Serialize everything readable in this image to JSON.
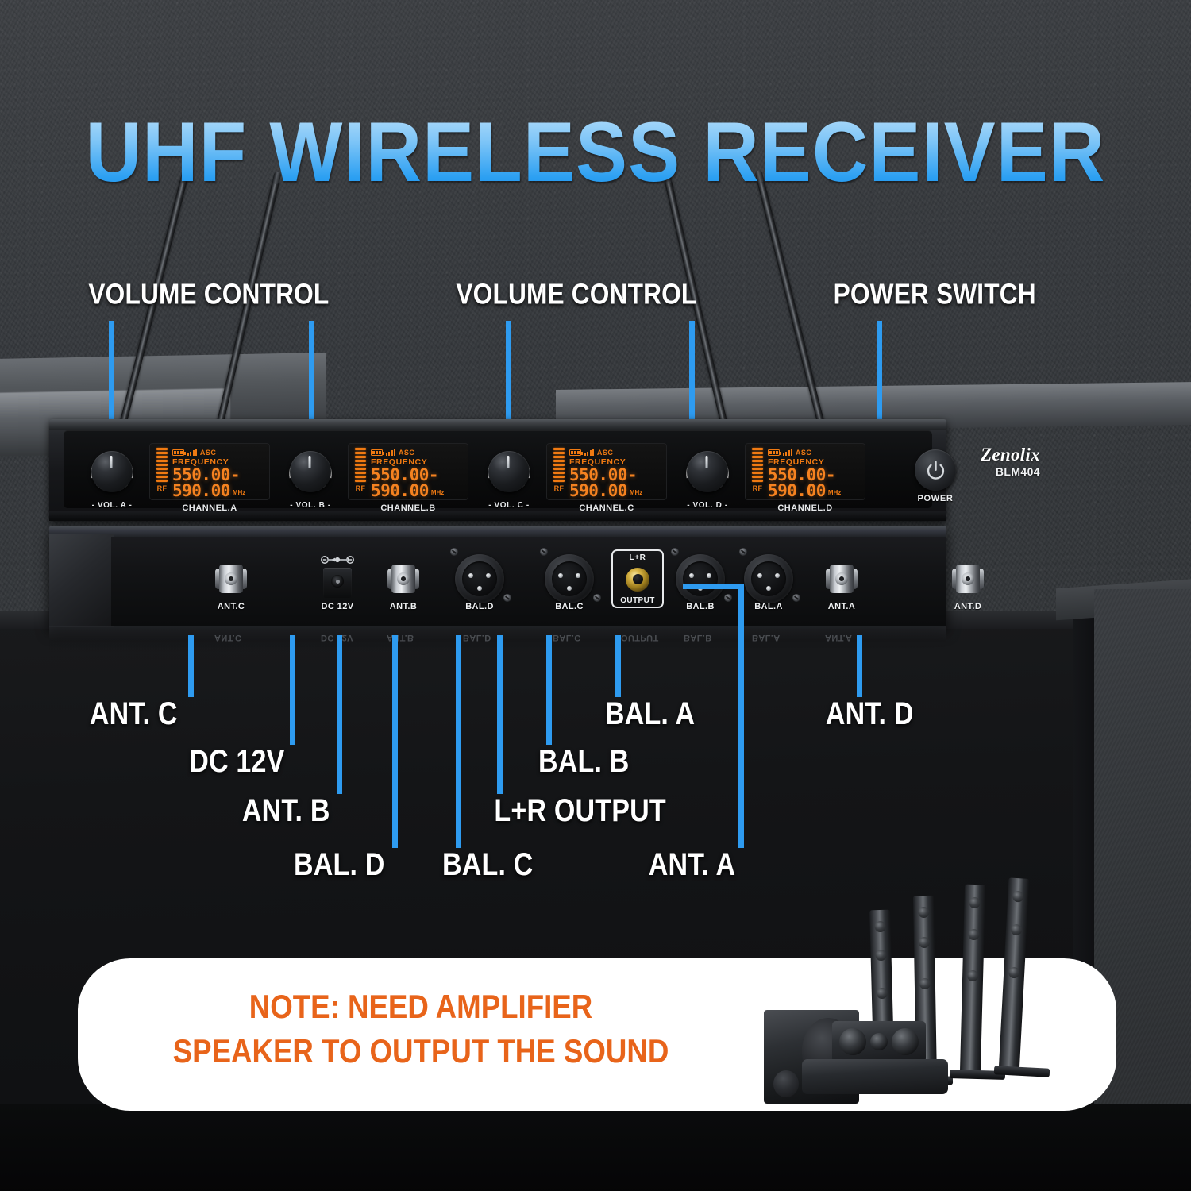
{
  "title": "UHF WIRELESS RECEIVER",
  "brand": {
    "name": "Zenolix",
    "model": "BLM404"
  },
  "colors": {
    "accent_blue": "#2e9bf0",
    "title_blue": "#2b9ff2",
    "display_orange": "#f58220",
    "note_orange": "#e8641a",
    "label_white": "#ffffff"
  },
  "top_callouts": [
    {
      "label": "VOLUME CONTROL"
    },
    {
      "label": "VOLUME CONTROL"
    },
    {
      "label": "POWER SWITCH"
    }
  ],
  "front_panel": {
    "channels": [
      {
        "knob_label": "- VOL. A -",
        "channel_label": "CHANNEL.A",
        "display": {
          "asc": "ASC",
          "frequency_label": "FREQUENCY",
          "freq_line1": "550.00-",
          "freq_line2": "590.00",
          "unit": "MHz",
          "rf_label": "RF"
        }
      },
      {
        "knob_label": "- VOL. B -",
        "channel_label": "CHANNEL.B",
        "display": {
          "asc": "ASC",
          "frequency_label": "FREQUENCY",
          "freq_line1": "550.00-",
          "freq_line2": "590.00",
          "unit": "MHz",
          "rf_label": "RF"
        }
      },
      {
        "knob_label": "- VOL. C -",
        "channel_label": "CHANNEL.C",
        "display": {
          "asc": "ASC",
          "frequency_label": "FREQUENCY",
          "freq_line1": "550.00-",
          "freq_line2": "590.00",
          "unit": "MHz",
          "rf_label": "RF"
        }
      },
      {
        "knob_label": "- VOL. D -",
        "channel_label": "CHANNEL.D",
        "display": {
          "asc": "ASC",
          "frequency_label": "FREQUENCY",
          "freq_line1": "550.00-",
          "freq_line2": "590.00",
          "unit": "MHz",
          "rf_label": "RF"
        }
      }
    ],
    "power_label": "POWER"
  },
  "rear_panel": {
    "jacks": [
      {
        "label": "ANT.C",
        "type": "bnc"
      },
      {
        "label": "DC 12V",
        "type": "dc"
      },
      {
        "label": "ANT.B",
        "type": "bnc"
      },
      {
        "label": "BAL.D",
        "type": "xlr"
      },
      {
        "label": "BAL.C",
        "type": "xlr"
      },
      {
        "label": "L+R",
        "sub_label": "OUTPUT",
        "type": "jack635"
      },
      {
        "label": "BAL.B",
        "type": "xlr"
      },
      {
        "label": "BAL.A",
        "type": "xlr"
      },
      {
        "label": "ANT.A",
        "type": "bnc"
      },
      {
        "label": "ANT.D",
        "type": "bnc"
      }
    ]
  },
  "bottom_callouts": [
    {
      "label": "ANT. C"
    },
    {
      "label": "DC 12V"
    },
    {
      "label": "ANT. B"
    },
    {
      "label": "BAL. D"
    },
    {
      "label": "BAL. C"
    },
    {
      "label": "L+R OUTPUT"
    },
    {
      "label": "BAL. B"
    },
    {
      "label": "BAL. A"
    },
    {
      "label": "ANT. A"
    },
    {
      "label": "ANT. D"
    }
  ],
  "note": {
    "line1": "NOTE: NEED AMPLIFIER",
    "line2": "SPEAKER TO OUTPUT THE SOUND"
  }
}
